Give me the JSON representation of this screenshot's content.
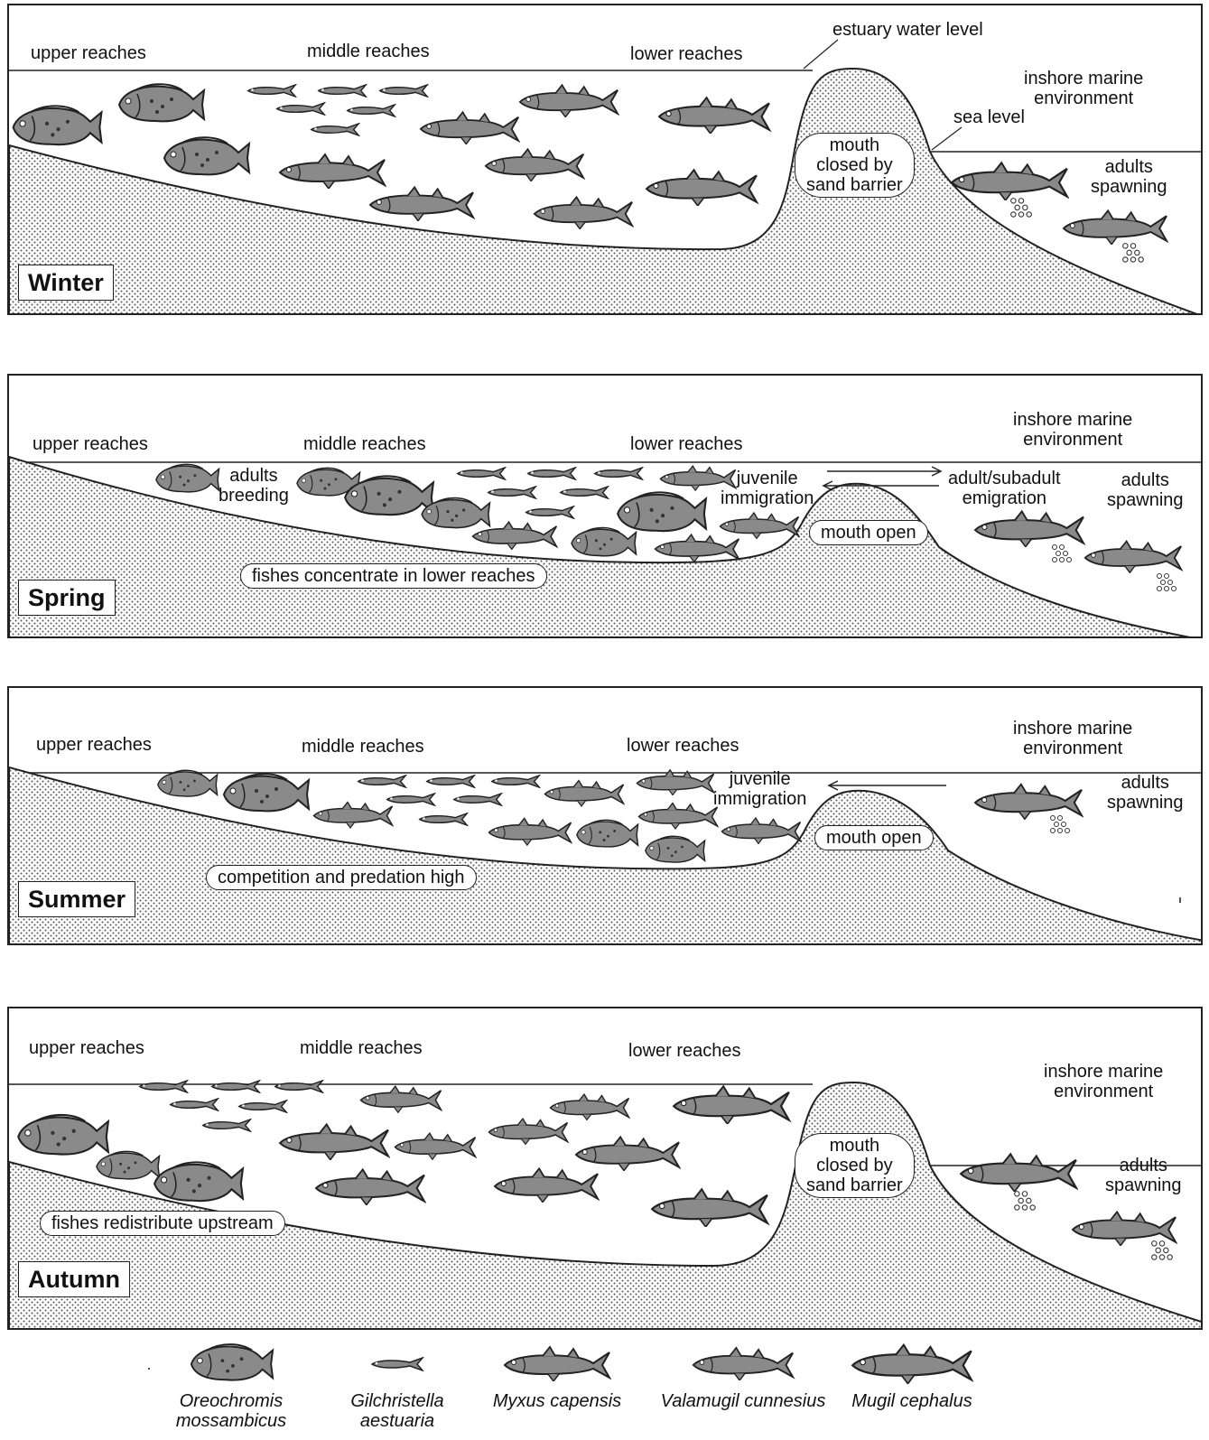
{
  "panels": [
    {
      "season": "Winter",
      "labels": {
        "upper": "upper reaches",
        "middle": "middle reaches",
        "lower": "lower reaches",
        "estuary_level": "estuary water level",
        "inshore": "inshore marine\nenvironment",
        "sea_level": "sea level",
        "mouth": "mouth\nclosed by\nsand barrier",
        "adults_spawning": "adults\nspawning"
      }
    },
    {
      "season": "Spring",
      "labels": {
        "upper": "upper reaches",
        "middle": "middle reaches",
        "lower": "lower reaches",
        "inshore": "inshore marine\nenvironment",
        "adults_breeding": "adults\nbreeding",
        "juvenile": "juvenile\nimmigration",
        "emigration": "adult/subadult\nemigration",
        "adults_spawning": "adults\nspawning",
        "mouth": "mouth open",
        "note": "fishes concentrate in lower reaches"
      }
    },
    {
      "season": "Summer",
      "labels": {
        "upper": "upper reaches",
        "middle": "middle reaches",
        "lower": "lower reaches",
        "inshore": "inshore marine\nenvironment",
        "juvenile": "juvenile\nimmigration",
        "adults_spawning": "adults\nspawning",
        "mouth": "mouth open",
        "note": "competition and predation high"
      }
    },
    {
      "season": "Autumn",
      "labels": {
        "upper": "upper reaches",
        "middle": "middle reaches",
        "lower": "lower reaches",
        "inshore": "inshore marine\nenvironment",
        "mouth": "mouth\nclosed by\nsand barrier",
        "adults_spawning": "adults\nspawning",
        "note": "fishes redistribute upstream"
      }
    }
  ],
  "legend": [
    {
      "species": "Oreochromis\nmossambicus",
      "icon": "tilapia-icon"
    },
    {
      "species": "Gilchristella\naestuaria",
      "icon": "small-fish-icon"
    },
    {
      "species": "Myxus capensis",
      "icon": "mullet-icon"
    },
    {
      "species": "Valamugil cunnesius",
      "icon": "mullet-icon"
    },
    {
      "species": "Mugil cephalus",
      "icon": "mullet-icon"
    }
  ],
  "colors": {
    "line": "#222222",
    "fish_fill": "#8a8a8a",
    "sand_dot": "#555555"
  }
}
